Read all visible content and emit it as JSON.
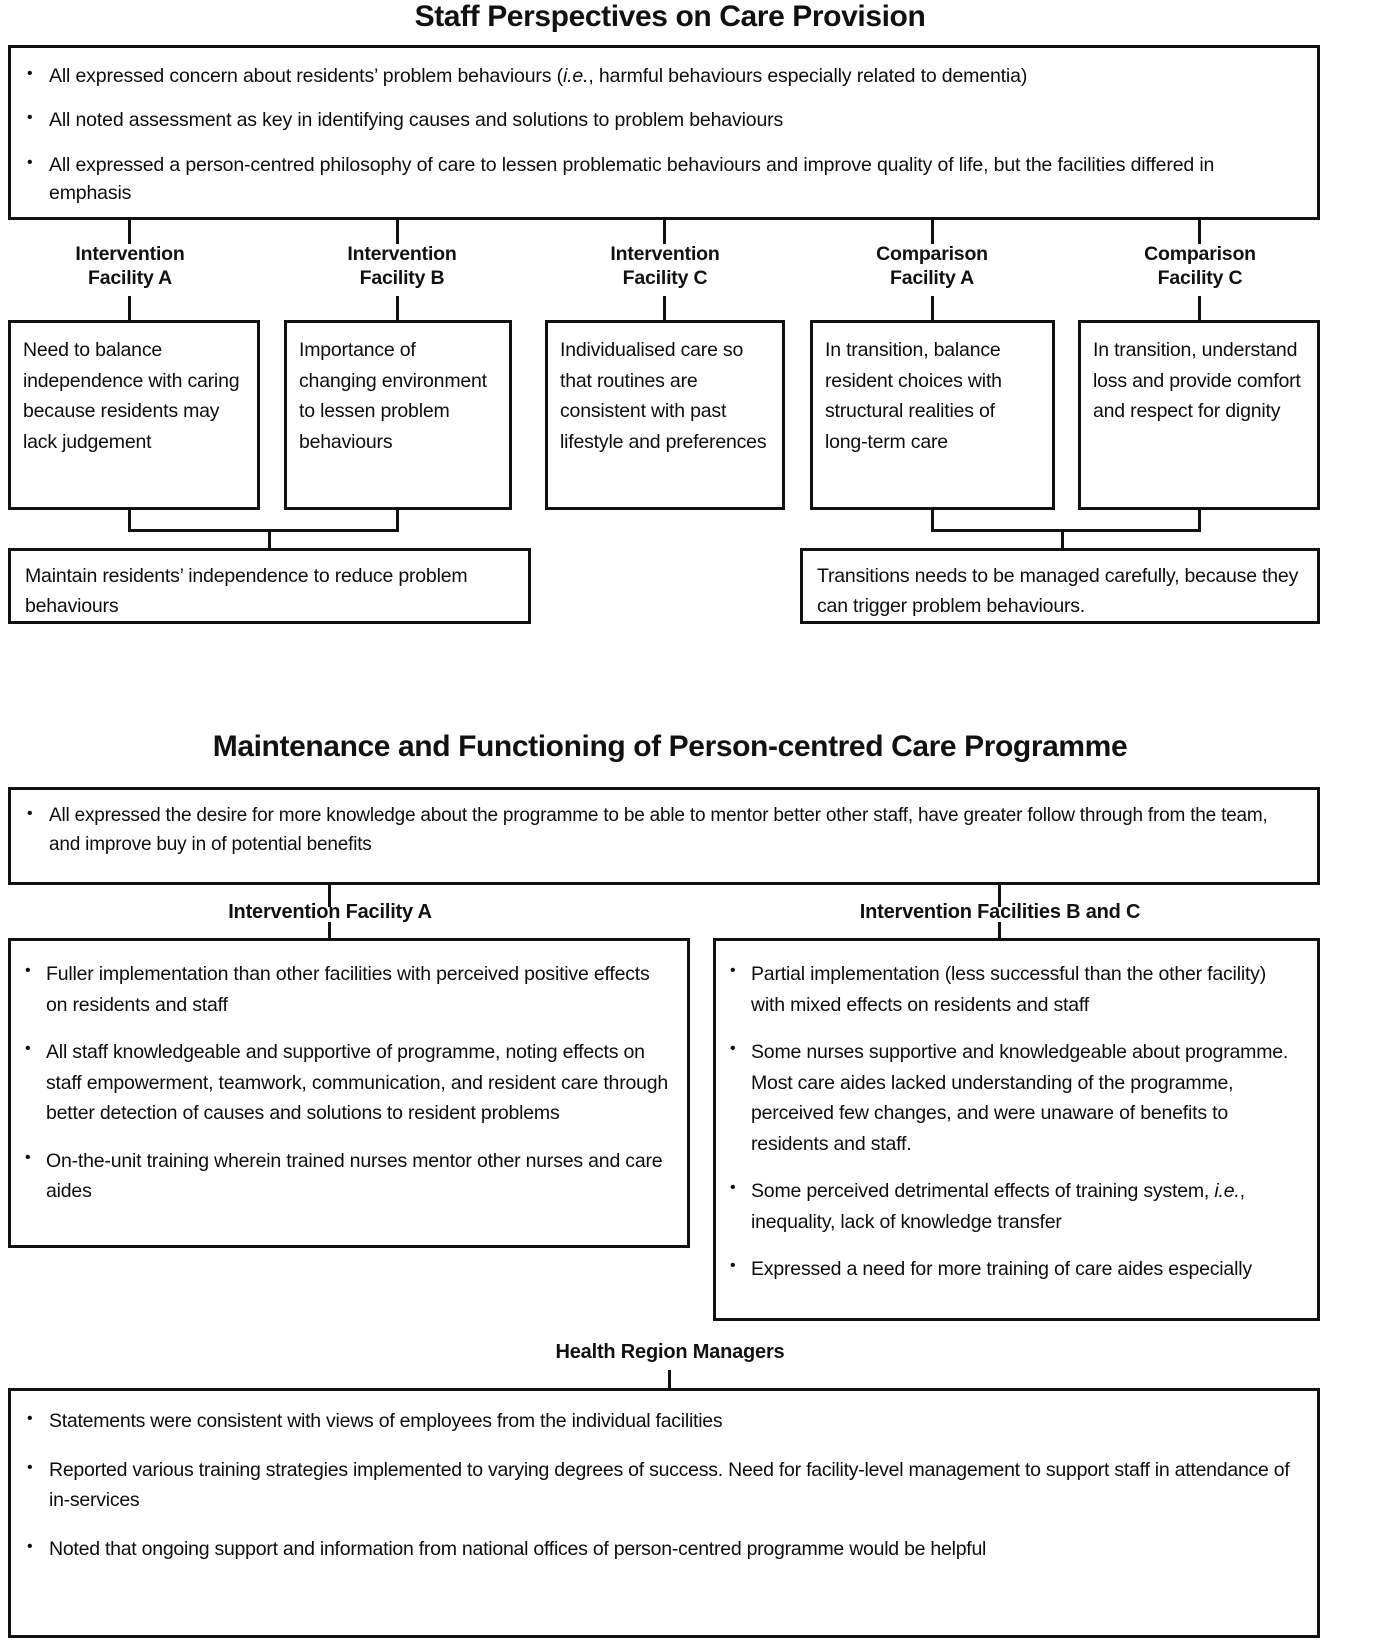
{
  "section1": {
    "title": "Staff Perspectives on Care Provision",
    "top_bullets": [
      "All expressed concern about residents’ problem behaviours (i.e., harmful behaviours especially related to dementia)",
      "All noted assessment as key in identifying causes and solutions to problem behaviours",
      "All expressed a person-centred philosophy of care to lessen problematic behaviours and improve quality of life, but the facilities differed in emphasis"
    ],
    "facilities": [
      {
        "head_line1": "Intervention",
        "head_line2": "Facility A",
        "body": "Need to balance independence with caring because residents may lack judgement"
      },
      {
        "head_line1": "Intervention",
        "head_line2": "Facility B",
        "body": "Importance of changing environment to lessen problem behaviours"
      },
      {
        "head_line1": "Intervention",
        "head_line2": "Facility C",
        "body": "Individualised care so that routines are consistent with past lifestyle and preferences"
      },
      {
        "head_line1": "Comparison",
        "head_line2": "Facility A",
        "body": "In transition, balance resident choices with structural realities of long-term care"
      },
      {
        "head_line1": "Comparison",
        "head_line2": "Facility C",
        "body": "In transition, understand loss and provide comfort and respect for dignity"
      }
    ],
    "summary_left": "Maintain residents’ independence to reduce problem behaviours",
    "summary_right": "Transitions needs to be managed carefully, because they can trigger problem behaviours."
  },
  "section2": {
    "title": "Maintenance and Functioning of Person-centred Care Programme",
    "top_bullets": [
      "All expressed  the desire for more knowledge about the programme to be able to mentor better other staff, have greater follow through from the team, and improve buy in of potential benefits"
    ],
    "col_left": {
      "heading": "Intervention Facility A",
      "bullets": [
        "Fuller implementation than other facilities with perceived positive effects on residents and staff",
        "All staff knowledgeable and supportive of programme, noting effects on staff empowerment, teamwork, communication, and resident care through better detection of causes and solutions to resident problems",
        "On-the-unit training wherein trained nurses mentor other nurses and care aides"
      ]
    },
    "col_right": {
      "heading": "Intervention Facilities B and C",
      "bullets": [
        "Partial implementation (less successful than the other facility) with mixed effects on residents and staff",
        "Some nurses supportive and knowledgeable about programme. Most care aides lacked understanding of the programme, perceived few changes, and were unaware of benefits to residents and staff.",
        "Some perceived detrimental effects of training system, i.e., inequality, lack of knowledge transfer",
        "Expressed a need for more training of care aides especially"
      ]
    },
    "managers": {
      "heading": "Health Region Managers",
      "bullets": [
        "Statements were consistent with views of employees from the individual facilities",
        "Reported various training strategies implemented to varying degrees of success. Need for facility-level management to support staff in attendance of in-services",
        "Noted that ongoing support and information from national offices of person-centred programme would be helpful"
      ]
    }
  },
  "colors": {
    "ink": "#111111",
    "paper": "#ffffff"
  }
}
